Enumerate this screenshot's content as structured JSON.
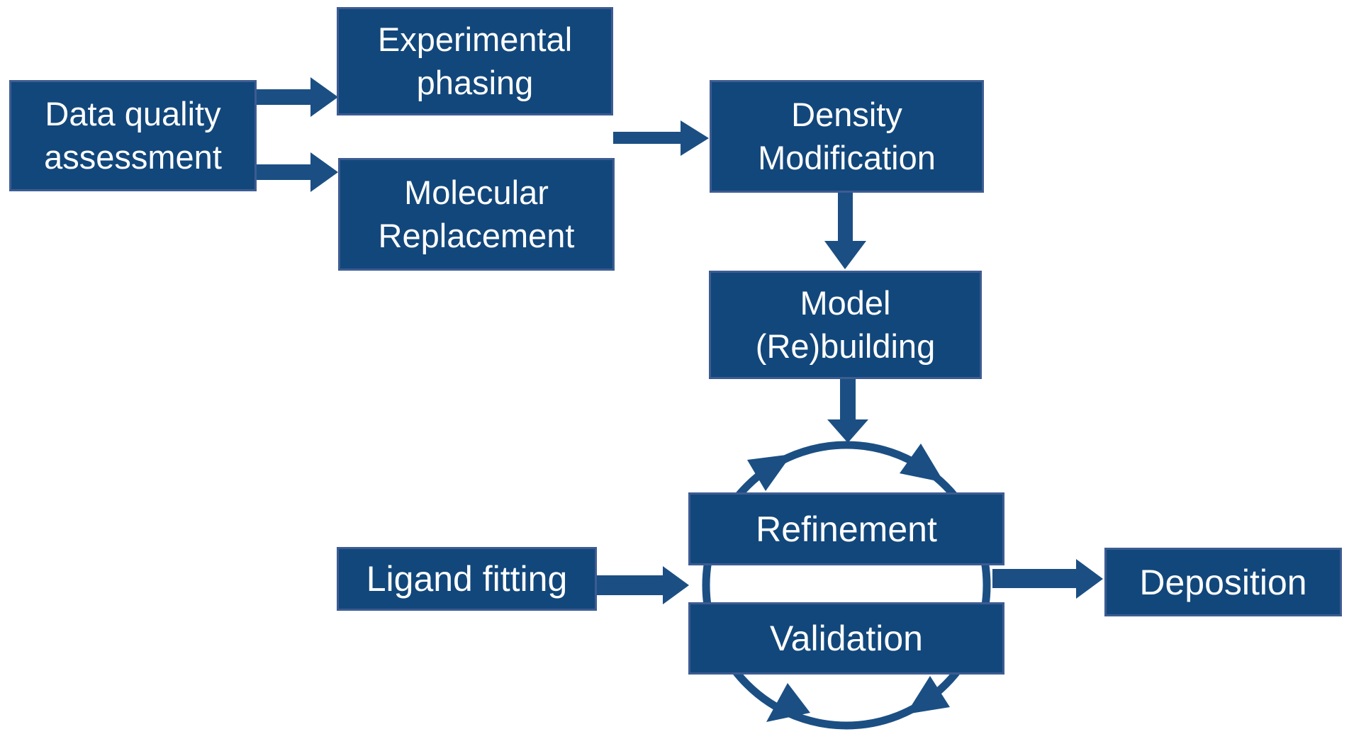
{
  "diagram": {
    "nodes": {
      "dqa": {
        "lines": [
          "Data quality",
          "assessment"
        ]
      },
      "experimental": {
        "lines": [
          "Experimental",
          "phasing"
        ]
      },
      "molecular": {
        "lines": [
          "Molecular",
          "Replacement"
        ]
      },
      "density": {
        "lines": [
          "Density",
          "Modification"
        ]
      },
      "model": {
        "lines": [
          "Model",
          "(Re)building"
        ]
      },
      "refinement": {
        "lines": [
          "Refinement"
        ]
      },
      "validation": {
        "lines": [
          "Validation"
        ]
      },
      "ligand": {
        "lines": [
          "Ligand fitting"
        ]
      },
      "deposition": {
        "lines": [
          "Deposition"
        ]
      }
    },
    "edges": [
      {
        "from": "data-quality-assessment",
        "to": "experimental-phasing"
      },
      {
        "from": "data-quality-assessment",
        "to": "molecular-replacement"
      },
      {
        "from": "experimental-phasing / molecular-replacement",
        "to": "density-modification"
      },
      {
        "from": "density-modification",
        "to": "model-rebuilding"
      },
      {
        "from": "model-rebuilding",
        "to": "refinement-validation-cycle"
      },
      {
        "from": "ligand-fitting",
        "to": "refinement-validation-cycle"
      },
      {
        "from": "refinement-validation-cycle",
        "to": "deposition"
      }
    ],
    "cycle": {
      "members": [
        "Refinement",
        "Validation"
      ],
      "direction": "clockwise",
      "arrowheads": 4
    }
  },
  "colors": {
    "background": "#FFFFFF",
    "node_fill": "#12477B",
    "node_border": "#3D5C92",
    "node_text": "#FFFFFF",
    "arrow_fill": "#1B4F83"
  }
}
